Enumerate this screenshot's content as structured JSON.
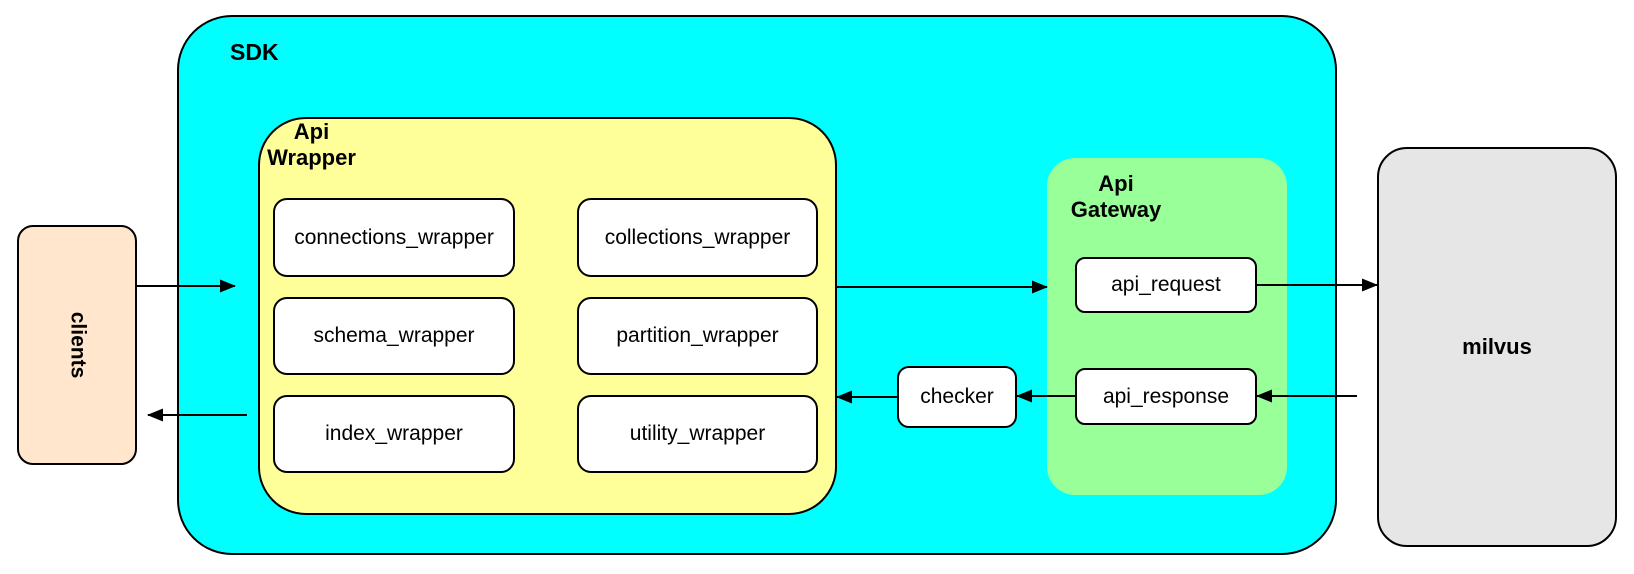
{
  "diagram": {
    "clients": {
      "label": "clients"
    },
    "sdk": {
      "label": "SDK"
    },
    "api_wrapper": {
      "label": "Api\nWrapper",
      "boxes": [
        "connections_wrapper",
        "collections_wrapper",
        "schema_wrapper",
        "partition_wrapper",
        "index_wrapper",
        "utility_wrapper"
      ]
    },
    "checker": {
      "label": "checker"
    },
    "api_gateway": {
      "label": "Api\nGateway",
      "boxes": [
        "api_request",
        "api_response"
      ]
    },
    "milvus": {
      "label": "milvus"
    },
    "edges": [
      {
        "from": "clients",
        "to": "api_wrapper"
      },
      {
        "from": "api_wrapper",
        "to": "api_gateway"
      },
      {
        "from": "api_request",
        "to": "milvus"
      },
      {
        "from": "milvus",
        "to": "api_response"
      },
      {
        "from": "api_response",
        "to": "checker"
      },
      {
        "from": "checker",
        "to": "api_wrapper"
      },
      {
        "from": "api_wrapper",
        "to": "clients"
      }
    ],
    "colors": {
      "sdk_fill": "#00FFFF",
      "api_wrapper_fill": "#FFFF99",
      "api_gateway_fill": "#99FF99",
      "clients_fill": "#FFE6CC",
      "milvus_fill": "#E6E6E6",
      "node_fill": "#FFFFFF",
      "stroke": "#000000"
    }
  }
}
